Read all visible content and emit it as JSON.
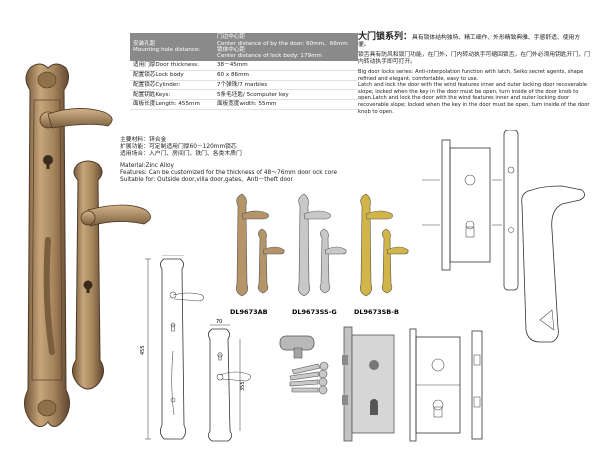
{
  "spec_table": {
    "rows": [
      {
        "label": "安装孔距\nMounting hole distance:",
        "value": "门边中心距\nCenter distance of by the door: 60mm、66mm\n锁体中心距\nCenter distance of lock body: 179mm",
        "shaded": true
      },
      {
        "label": "适用门厚Door thickness:",
        "value": "38－45mm",
        "shaded": false
      },
      {
        "label": "配置锁芯Lock body",
        "value": "60 x 86mm",
        "shaded": false
      },
      {
        "label": "配置锁芯Cylinder:",
        "value": "7个弹珠/7 marbles",
        "shaded": false
      },
      {
        "label": "配置钥匙Keys:",
        "value": "5条毛坯匙/ 5computer key",
        "shaded": false
      },
      {
        "label": "面板长度Length: 455mm",
        "value": "面板宽度width: 55mm",
        "shaded": false
      }
    ]
  },
  "material_cn": {
    "lines": [
      "主要材料：锌合金",
      "扩展功能：可定制适用门厚60－120mm锁芯",
      "适用场合：入户门、房间门、铁门、各类木质门"
    ]
  },
  "material_en": {
    "lines": [
      "Material:Zinc Alloy",
      "Features: Can be customized for the thickness of 48～76mm door ock core",
      "Suitable for: Outside door,villa door,gates、Anti－theft door"
    ]
  },
  "series": {
    "title": "大门锁系列：",
    "desc_cn_1": "具有锁体结构独特、精工细作、外形精致典雅、手感舒适、使用方便。",
    "desc_cn_2": "锁舌具有防风和锁门功能，在门外，门内转动执手可缩回锁舌，在门外必须用钥匙开门，门内转动执手即可打开。",
    "desc_en": "Big door locks series: Anti-interpolation function with latch, Seiko secret agents, shape refined and elegant, comfortable, easy to use.\nLatch and lock the door with the wind features inner and outer locking door recoverable slope; locked when the key in the door must be open, turn inside of the door knob to open.Latch and lock the door with the wind features inner and outer locking door recoverable slope; locked when the key in the door must be open, turn inside of the door knob to open."
  },
  "variants": [
    {
      "code": "DL9673AB",
      "finish_color": "#b49468"
    },
    {
      "code": "DL9673SS-G",
      "finish_color": "#c8c8c8"
    },
    {
      "code": "DL9673SB-B",
      "finish_color": "#d2b548"
    }
  ],
  "drawing_dimensions": {
    "plate_width": "55",
    "plate_length": "455",
    "small_width": "70",
    "small_height": "355"
  },
  "colors": {
    "bronze": "#a8875e",
    "bronze_dark": "#6b5236",
    "silver": "#c4c4c4",
    "brass": "#cfae3c"
  }
}
